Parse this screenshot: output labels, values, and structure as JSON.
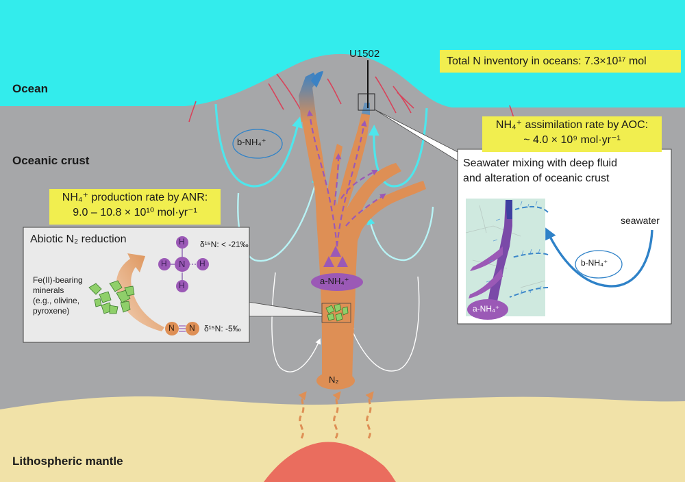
{
  "layers": {
    "ocean": "Ocean",
    "crust": "Oceanic crust",
    "mantle": "Lithospheric mantle"
  },
  "site": "U1502",
  "inventory": "Total N inventory in oceans: 7.3×10¹⁷ mol",
  "assimilation": {
    "line1": "NH₄⁺ assimilation rate by AOC:",
    "line2": "~ 4.0 × 10⁹ mol·yr⁻¹"
  },
  "production": {
    "line1": "NH₄⁺ production rate by ANR:",
    "line2": "9.0 – 10.8 × 10¹⁰ mol·yr⁻¹"
  },
  "species": {
    "b_nh4": "b-NH₄⁺",
    "a_nh4": "a-NH₄⁺",
    "n2": "N₂"
  },
  "inset": {
    "title_line1": "Seawater mixing with deep fluid",
    "title_line2": "and alteration of oceanic crust",
    "seawater": "seawater",
    "b_nh4": "b-NH₄⁺",
    "a_nh4": "a-NH₄⁺"
  },
  "abiotic": {
    "title": "Abiotic N₂ reduction",
    "minerals_line1": "Fe(II)-bearing",
    "minerals_line2": "minerals",
    "minerals_line3": "(e.g., olivine,",
    "minerals_line4": "pyroxene)",
    "nh4_isotope": "δ¹⁵N: < -21‰",
    "n2_isotope": "δ¹⁵N: -5‰",
    "atom_h": "H",
    "atom_n": "N"
  },
  "colors": {
    "ocean": "#33ecec",
    "crust": "#a6a7a9",
    "mantle": "#f1e2a8",
    "plume": "#de8f55",
    "purple": "#9b59b6",
    "cyan_arrow": "#4ee6ec",
    "blue_arrow": "#2f82c8",
    "yellow": "#f1ee4f"
  }
}
